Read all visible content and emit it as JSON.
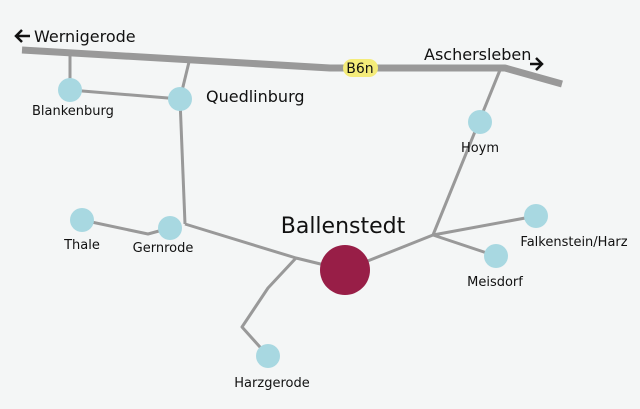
{
  "colors": {
    "road": "#999999",
    "town": "#a8d8e1",
    "center": "#981e47",
    "badge": "#f4ec7a",
    "background": "#f4f6f6"
  },
  "highway": {
    "label": "B6n",
    "west": "Wernigerode",
    "east": "Aschersleben"
  },
  "center": {
    "name": "Ballenstedt"
  },
  "towns": {
    "blankenburg": "Blankenburg",
    "quedlinburg": "Quedlinburg",
    "hoym": "Hoym",
    "thale": "Thale",
    "gernrode": "Gernrode",
    "falkenstein": "Falkenstein/Harz",
    "meisdorf": "Meisdorf",
    "harzgerode": "Harzgerode"
  }
}
